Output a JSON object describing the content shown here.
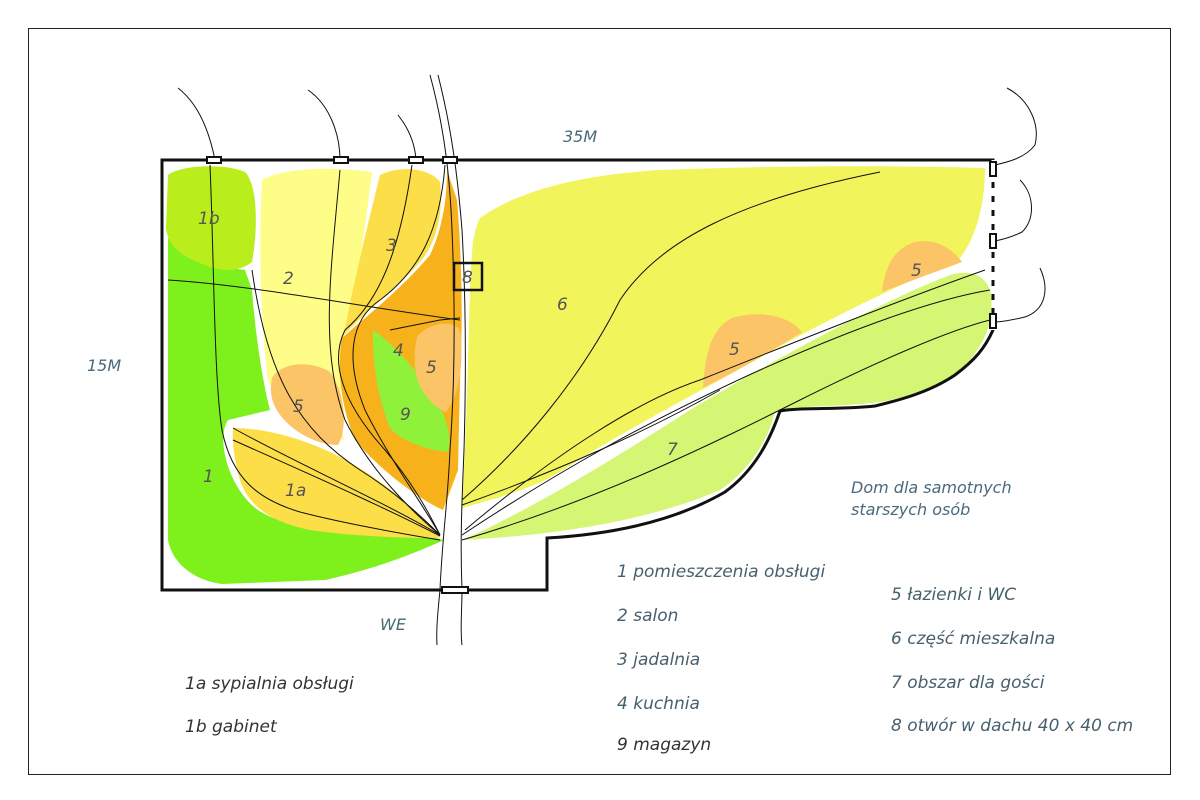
{
  "dimensions": {
    "width": "35M",
    "height": "15M"
  },
  "entrance": "WE",
  "title": "Dom dla samotnych starszych osób",
  "title_lines": [
    "Dom dla samotnych",
    "starszych osób"
  ],
  "rooms": {
    "r1": "1",
    "r1a": "1a",
    "r1b": "1b",
    "r2": "2",
    "r3": "3",
    "r4": "4",
    "r5a": "5",
    "r5b": "5",
    "r5c": "5",
    "r5d": "5",
    "r6": "6",
    "r7": "7",
    "r8": "8",
    "r9": "9"
  },
  "legend": {
    "l1": "1 pomieszczenia obsługi",
    "l2": "2 salon",
    "l3": "3 jadalnia",
    "l4": "4 kuchnia",
    "l9": "9 magazyn",
    "l5": "5 łazienki i WC",
    "l6": "6 część mieszkalna",
    "l7": "7 obszar dla gości",
    "l8": "8 otwór w dachu  40 x 40 cm",
    "l1a": "1a sypialnia obsługi",
    "l1b": "1b gabinet"
  },
  "colors": {
    "service": "#7ef01c",
    "study": "#b9ee1c",
    "salon": "#fdfd88",
    "dining": "#fcdf48",
    "kitchen": "#f7b21b",
    "bath": "#fbc466",
    "living": "#f2f45c",
    "guest": "#d5f574",
    "storage": "#8ff13a"
  }
}
